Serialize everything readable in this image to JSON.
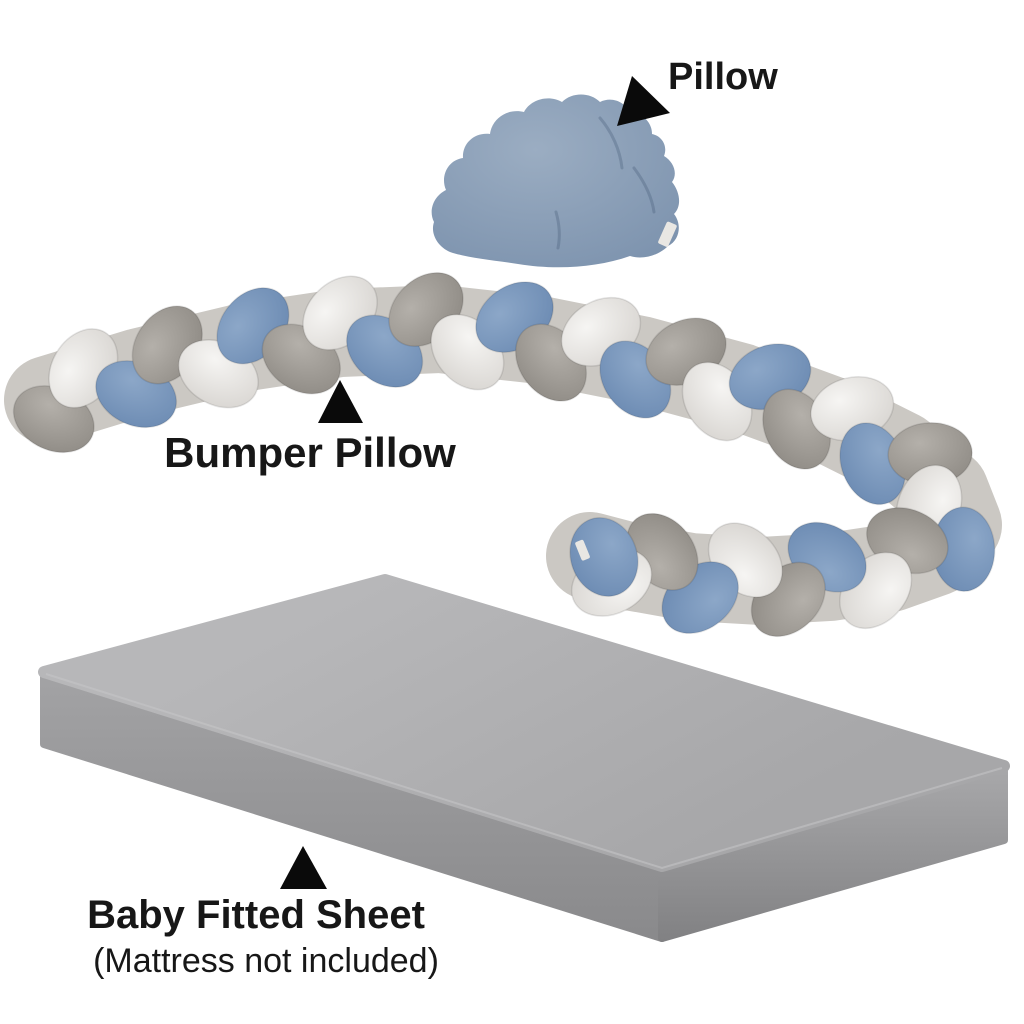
{
  "annotations": {
    "pillow": {
      "label": "Pillow"
    },
    "bumper": {
      "label": "Bumper Pillow"
    },
    "sheet": {
      "label": "Baby Fitted Sheet",
      "note": "(Mattress not included)"
    }
  },
  "colors": {
    "background": "#ffffff",
    "label_text": "#171717",
    "arrow": "#0a0a0a",
    "cloud_light": "#9badc2",
    "cloud_dark": "#7d93ae",
    "cloud_crease": "rgba(58,78,108,0.28)",
    "braid_base": "#cbc8c3",
    "braid_gray": "#b4b0aa",
    "braid_gray_shade": "#8e8a84",
    "braid_white": "#f6f5f3",
    "braid_white_shade": "#d7d4d0",
    "braid_blue": "#8ca7c8",
    "braid_blue_shade": "#6b8ab2",
    "mattress_top_light": "#b7b7b9",
    "mattress_top_dark": "#a7a7a9",
    "mattress_front_light": "#a3a3a5",
    "mattress_front_dark": "#89898b",
    "mattress_side_light": "#a9a9ab",
    "mattress_side_dark": "#808082",
    "tag": "#e9e7e3"
  }
}
